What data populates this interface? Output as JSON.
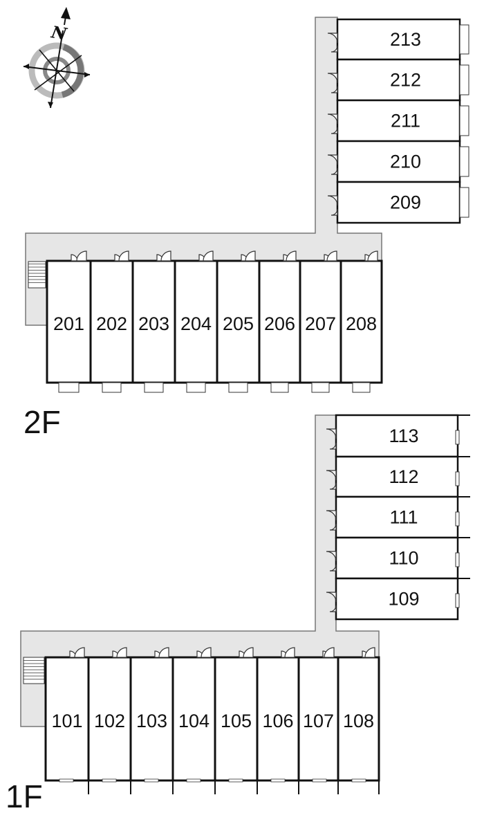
{
  "compass": {
    "north_label": "N"
  },
  "floors": [
    {
      "label": "2F",
      "vertical_units": [
        "213",
        "212",
        "211",
        "210",
        "209"
      ],
      "horizontal_units": [
        "201",
        "202",
        "203",
        "204",
        "205",
        "206",
        "207",
        "208"
      ]
    },
    {
      "label": "1F",
      "vertical_units": [
        "113",
        "112",
        "111",
        "110",
        "109"
      ],
      "horizontal_units": [
        "101",
        "102",
        "103",
        "104",
        "105",
        "106",
        "107",
        "108"
      ]
    }
  ],
  "colors": {
    "corridor": "#e6e6e6",
    "wall": "#111111",
    "outline": "#777777"
  }
}
